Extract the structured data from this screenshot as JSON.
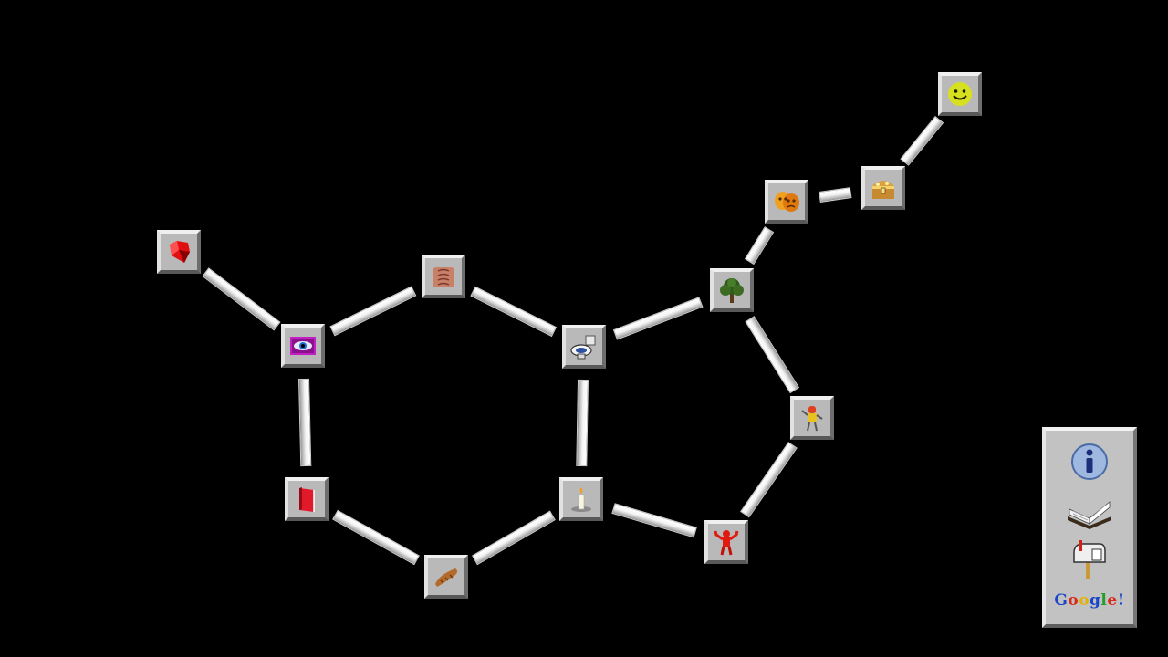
{
  "molecule": {
    "bonds": [
      {
        "a": "red-gem",
        "b": "eye"
      },
      {
        "a": "eye",
        "b": "intestine"
      },
      {
        "a": "intestine",
        "b": "toilet"
      },
      {
        "a": "eye",
        "b": "book"
      },
      {
        "a": "book",
        "b": "loaf"
      },
      {
        "a": "loaf",
        "b": "candle"
      },
      {
        "a": "toilet",
        "b": "candle"
      },
      {
        "a": "toilet",
        "b": "tree"
      },
      {
        "a": "candle",
        "b": "red-figure"
      },
      {
        "a": "red-figure",
        "b": "robot"
      },
      {
        "a": "robot",
        "b": "tree"
      },
      {
        "a": "tree",
        "b": "masks"
      },
      {
        "a": "masks",
        "b": "treasure-chest"
      },
      {
        "a": "treasure-chest",
        "b": "smiley"
      }
    ],
    "nodes": [
      {
        "id": "red-gem",
        "icon": "red-gem-icon"
      },
      {
        "id": "eye",
        "icon": "eye-icon"
      },
      {
        "id": "intestine",
        "icon": "intestine-icon"
      },
      {
        "id": "toilet",
        "icon": "toilet-icon"
      },
      {
        "id": "tree",
        "icon": "tree-icon"
      },
      {
        "id": "masks",
        "icon": "theater-masks-icon"
      },
      {
        "id": "treasure-chest",
        "icon": "treasure-chest-icon"
      },
      {
        "id": "smiley",
        "icon": "smiley-icon"
      },
      {
        "id": "robot",
        "icon": "robot-icon"
      },
      {
        "id": "red-figure",
        "icon": "red-figure-icon"
      },
      {
        "id": "candle",
        "icon": "candle-icon"
      },
      {
        "id": "loaf",
        "icon": "loaf-icon"
      },
      {
        "id": "book",
        "icon": "red-book-icon"
      }
    ]
  },
  "sidebar": {
    "info_icon": "info-icon",
    "book_icon": "open-book-icon",
    "mailbox_icon": "mailbox-icon",
    "google_letters": [
      {
        "ch": "G",
        "color": "#1a47c8"
      },
      {
        "ch": "o",
        "color": "#d62a1c"
      },
      {
        "ch": "o",
        "color": "#e3b10a"
      },
      {
        "ch": "g",
        "color": "#1a47c8"
      },
      {
        "ch": "l",
        "color": "#22a02a"
      },
      {
        "ch": "e",
        "color": "#d62a1c"
      },
      {
        "ch": "!",
        "color": "#1a47c8"
      }
    ]
  },
  "colors": {
    "background": "#000000",
    "tile": "#b9b9b9",
    "bond": "#f4f4f4"
  }
}
